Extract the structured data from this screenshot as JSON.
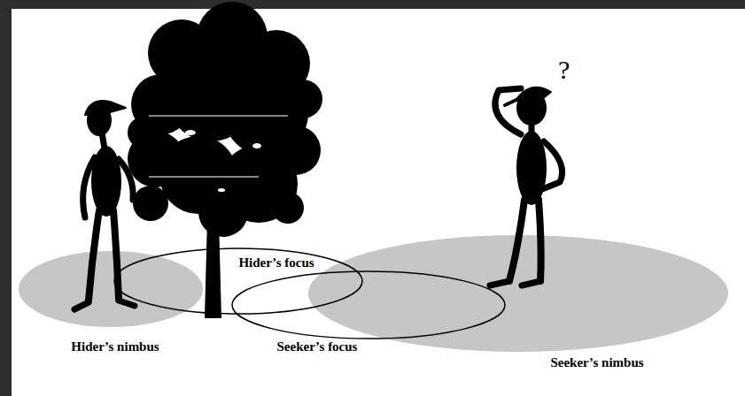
{
  "diagram": {
    "nodes": [
      {
        "text": [
          "Hider’s focus"
        ]
      },
      {
        "text": [
          "Hider’s nimbus"
        ]
      },
      {
        "text": [
          "Seeker’s focus"
        ]
      },
      {
        "text": [
          "Seeker’s nimbus"
        ]
      }
    ],
    "labels": [
      "?"
    ]
  }
}
